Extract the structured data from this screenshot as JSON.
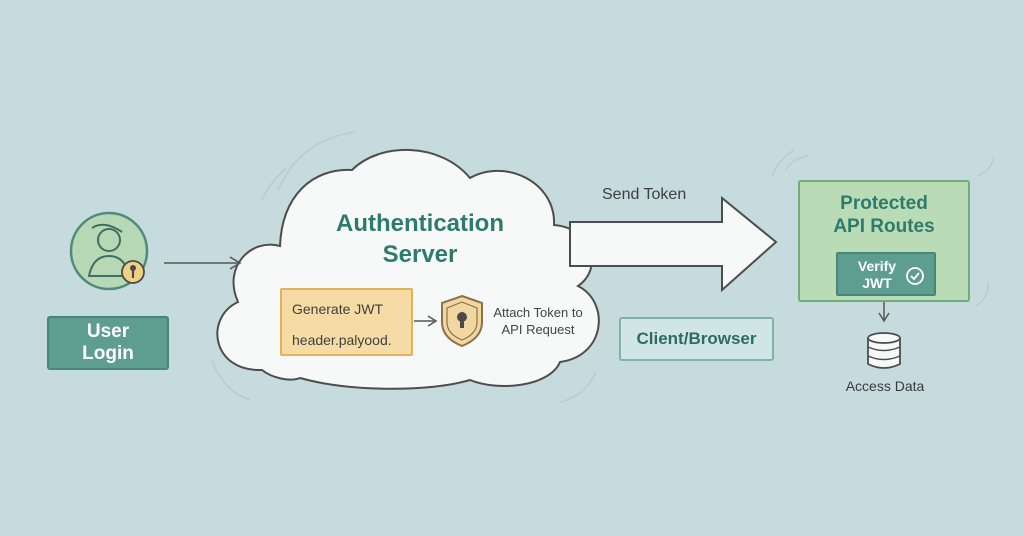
{
  "user": {
    "label": "User\nLogin"
  },
  "auth_server": {
    "title": "Authentication\nServer",
    "generate": {
      "title": "Generate JWT",
      "subtitle": "header.palyood."
    },
    "attach_label": "Attach Token to\nAPI Request"
  },
  "send_token_label": "Send Token",
  "client_label": "Client/Browser",
  "protected": {
    "title": "Protected\nAPI Routes",
    "verify_label": "Verify\nJWT"
  },
  "access_label": "Access Data",
  "colors": {
    "background": "#c6dbdd",
    "teal": "#5d9e90",
    "title_teal": "#2e7b6d",
    "jwt_box": "#f6dca4",
    "protected_box": "#b9dcb6",
    "shield": "#f3d7a2"
  },
  "icons": [
    "user-avatar-icon",
    "lock-badge-icon",
    "shield-lock-icon",
    "check-circle-icon",
    "database-icon"
  ]
}
